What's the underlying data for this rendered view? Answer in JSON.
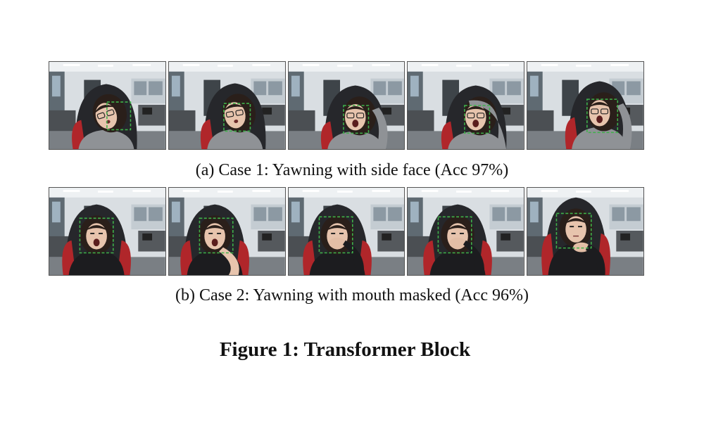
{
  "case1": {
    "caption": "(a) Case 1: Yawning with side face (Acc 97%)",
    "frames": [
      {
        "scene": "seated-yawn-side-tilt"
      },
      {
        "scene": "seated-yawn-side-tilt"
      },
      {
        "scene": "seated-yawn-arm-raised"
      },
      {
        "scene": "seated-yawn-arm-over-head"
      },
      {
        "scene": "seated-yawn-mouth-open"
      }
    ]
  },
  "case2": {
    "caption": "(b) Case 2: Yawning with mouth masked (Acc 96%)",
    "frames": [
      {
        "scene": "seated-yawn-mouth-open"
      },
      {
        "scene": "seated-yawn-hand-near-mouth"
      },
      {
        "scene": "seated-yawn-hand-covering-mouth"
      },
      {
        "scene": "seated-yawn-hand-covering-mouth"
      },
      {
        "scene": "seated-hand-on-chin"
      }
    ]
  },
  "figure": {
    "title": "Figure 1: Transformer Block"
  },
  "colors": {
    "detection_box": "#3fb24a",
    "chair_red": "#b0262a",
    "hair_dark": "#2a1f1a",
    "sweater_gray": "#8f9296",
    "jacket_black": "#1c1c1f"
  }
}
